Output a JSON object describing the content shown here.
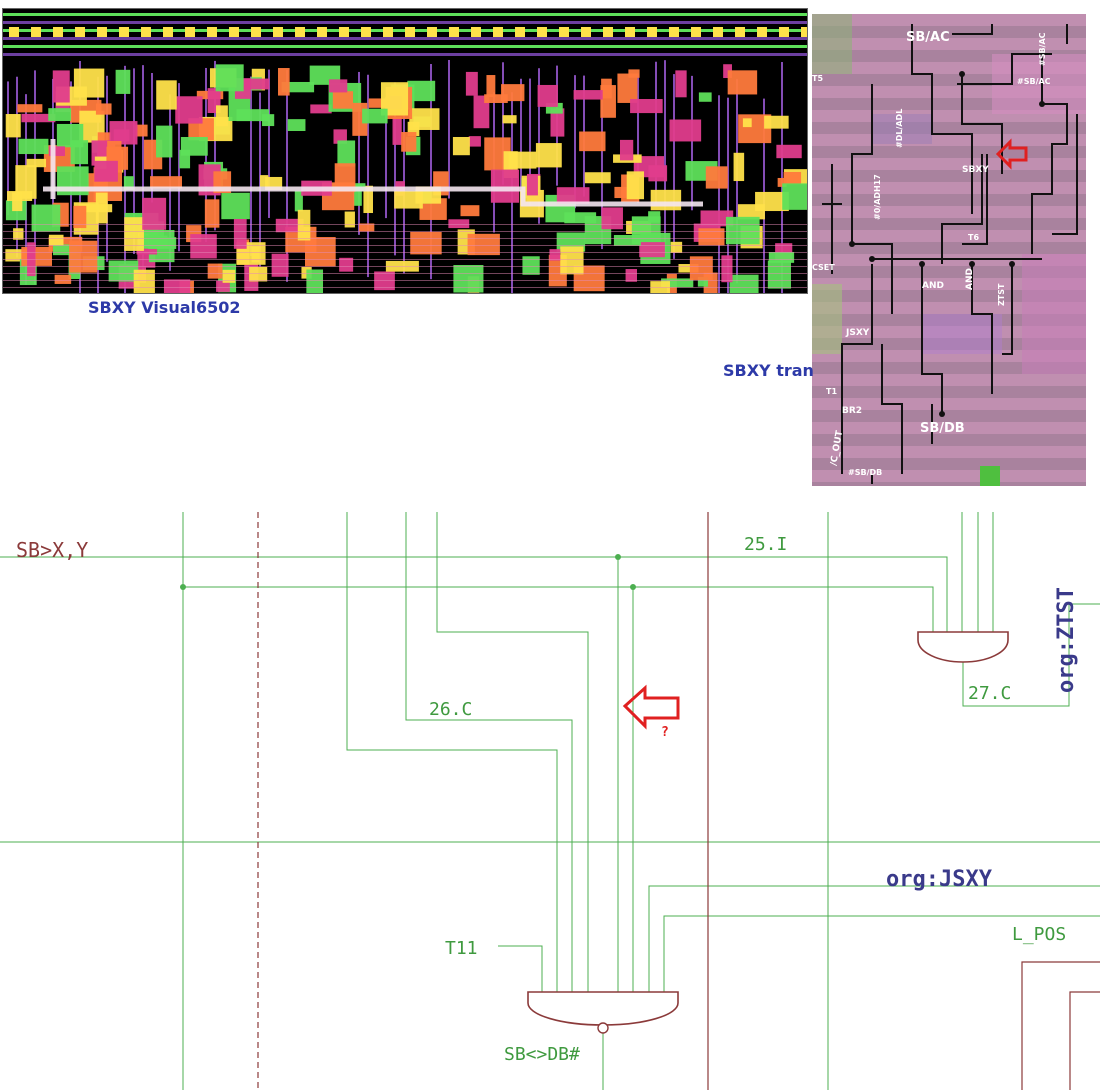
{
  "captions": {
    "visual": "SBXY Visual6502",
    "tran": "SBXY tran"
  },
  "tran_labels": {
    "sb_ac": "SB/AC",
    "n_sb_ac_1": "#SB/AC",
    "n_sb_ac_2": "#SB/AC",
    "t5": "T5",
    "dl_adl": "#DL/ADL",
    "adh17": "#0/ADH17",
    "sbxy": "SBXY",
    "t6": "T6",
    "cset": "CSET",
    "and1": "AND",
    "and2": "AND",
    "ztst": "ZTST",
    "jsxy": "JSXY",
    "t1": "T1",
    "br2": "BR2",
    "c_out": "/C_OUT",
    "sb_db": "SB/DB",
    "n_sb_db": "#SB/DB"
  },
  "schematic": {
    "sb_xy": "SB>X,Y",
    "l25": "25.I",
    "org_ztst": "org:ZTST",
    "l27": "27.C",
    "l26": "26.C",
    "question": "?",
    "org_jsxy": "org:JSXY",
    "l_pos": "L_POS",
    "t11": "T11",
    "sb_db_n": "SB<>DB#"
  },
  "colors": {
    "wire": "#4caf50",
    "wire_text": "#3f9a3f",
    "net_dark": "#8b3a3a",
    "label_blue": "#3a3a8a",
    "arrow": "#e02020",
    "caption": "#2d3aa8"
  }
}
